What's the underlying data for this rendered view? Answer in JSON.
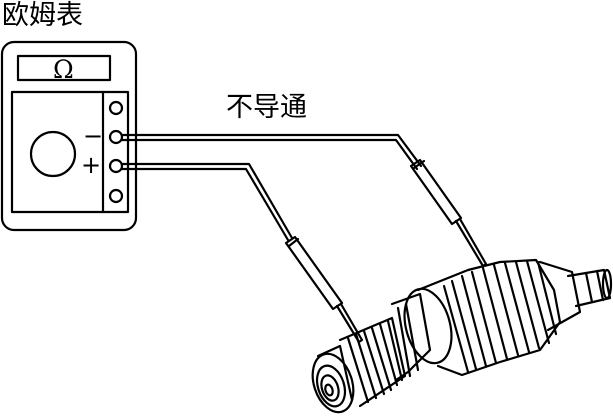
{
  "meter": {
    "title": "欧姆表",
    "unit_symbol": "Ω",
    "minus_sign": "−",
    "plus_sign": "+"
  },
  "test": {
    "state_label": "不导通"
  },
  "colors": {
    "ink": "#000000",
    "paper": "#ffffff"
  }
}
